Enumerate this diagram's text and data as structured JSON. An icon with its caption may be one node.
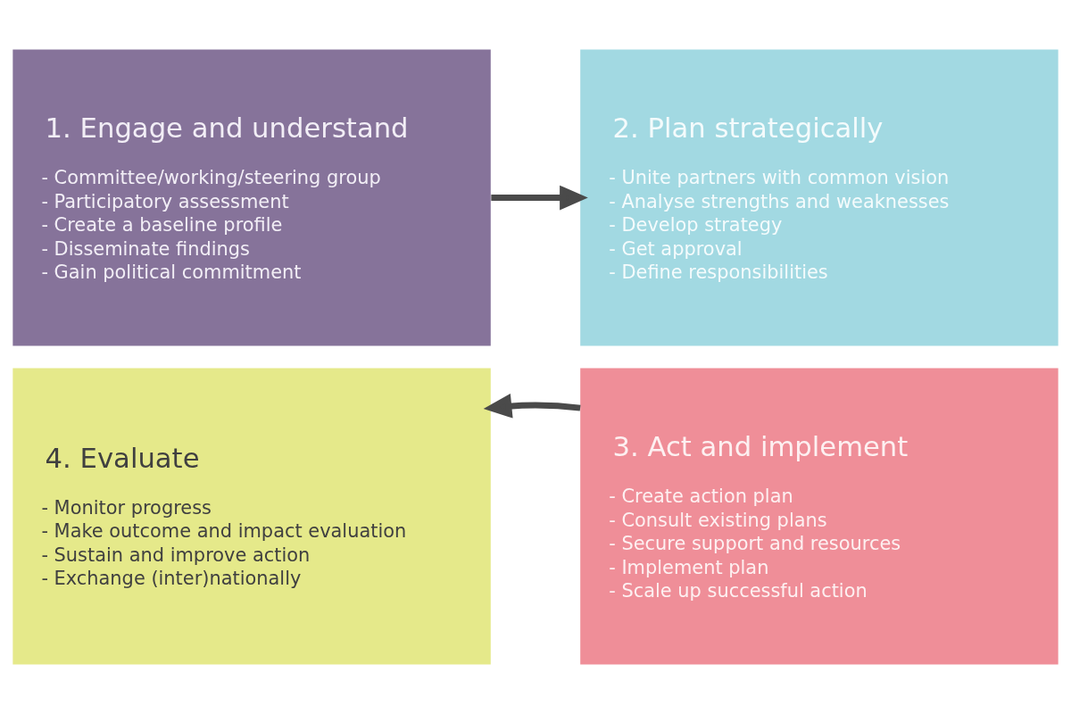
{
  "diagram": {
    "nodes": [
      {
        "text": [
          "1. Engage and understand",
          "- Committee/working/steering group",
          "- Participatory assessment",
          "- Create a baseline profile",
          "- Disseminate findings",
          "- Gain political commitment"
        ]
      },
      {
        "text": [
          "2. Plan strategically",
          "- Unite partners with common vision",
          "- Analyse strengths and weaknesses",
          "- Develop strategy",
          "- Get approval",
          "- Define responsibilities"
        ]
      },
      {
        "text": [
          "3. Act and implement",
          "- Create action plan",
          "- Consult existing plans",
          "- Secure support and resources",
          "- Implement plan",
          "- Scale up successful action"
        ]
      },
      {
        "text": [
          "4. Evaluate",
          "- Monitor progress",
          "- Make outcome and impact evaluation",
          "- Sustain and improve action",
          "- Exchange (inter)nationally"
        ]
      }
    ],
    "edges": [
      {
        "from": 0,
        "to": 1,
        "arrow": "to"
      },
      {
        "from": 2,
        "to": 3,
        "arrow": "to"
      }
    ]
  }
}
